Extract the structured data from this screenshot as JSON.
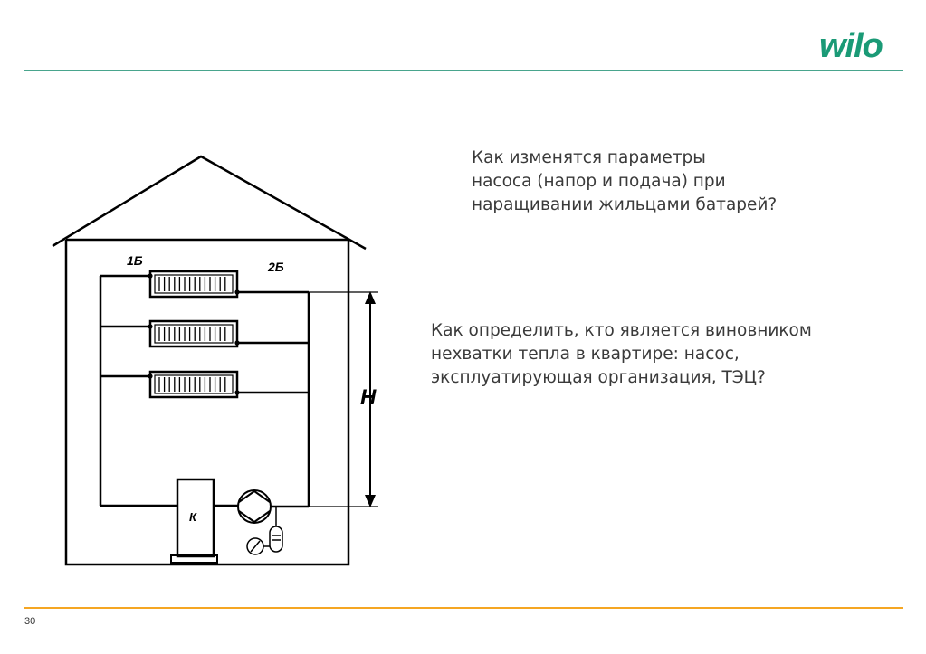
{
  "header": {
    "logo_text": "wilo"
  },
  "questions": {
    "q1": "Как изменятся параметры\nнасоса (напор и подача) при\nнаращивании жильцами батарей?",
    "q2": "Как определить, кто является виновником\nнехватки тепла в квартире: насос,\nэксплуатирующая организация, ТЭЦ?"
  },
  "diagram": {
    "label_1b": "1Б",
    "label_2b": "2Б",
    "label_boiler": "К",
    "label_height": "H"
  },
  "footer": {
    "page_number": "30"
  },
  "colors": {
    "brand": "#1a9a76",
    "teal_line": "#49a58d",
    "orange_line": "#f5a623",
    "ink": "#000000",
    "text": "#3a3a3a"
  }
}
